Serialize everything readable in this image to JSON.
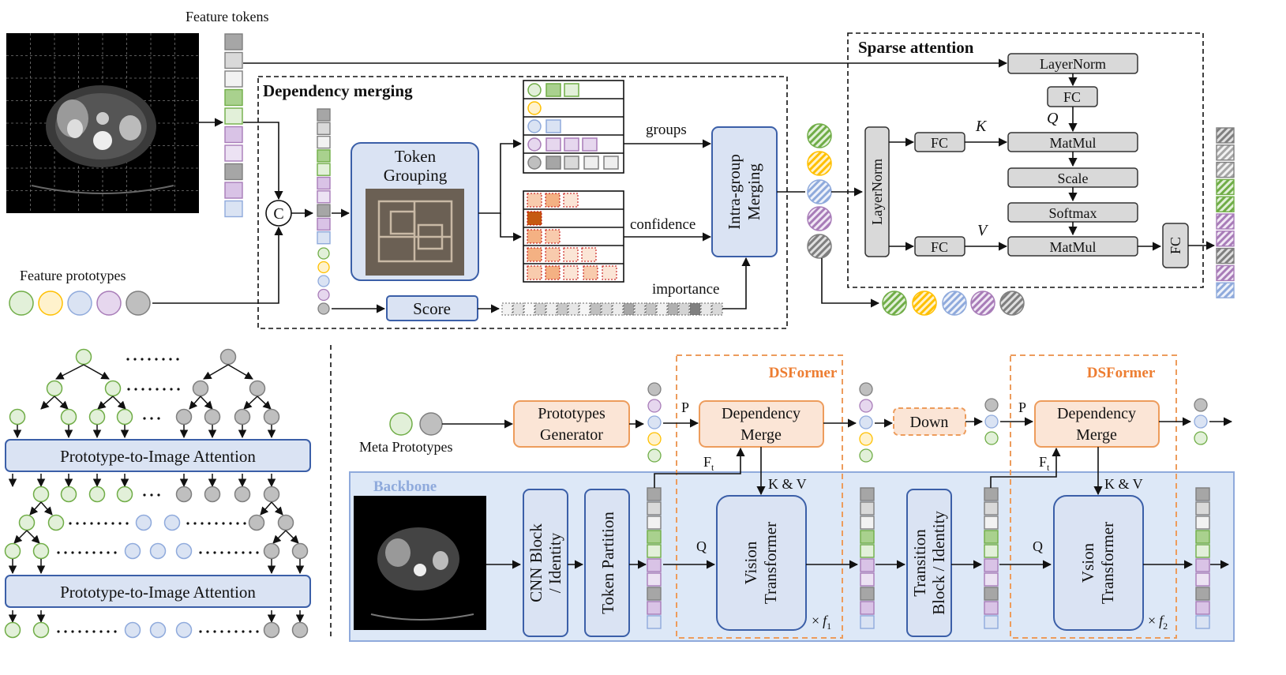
{
  "top": {
    "feature_tokens": "Feature tokens",
    "feature_prototypes": "Feature prototypes",
    "dependency_merging": "Dependency merging",
    "token_grouping_l1": "Token",
    "token_grouping_l2": "Grouping",
    "score": "Score",
    "groups": "groups",
    "confidence": "confidence",
    "importance": "importance",
    "intra_group_l1": "Intra-group",
    "intra_group_l2": "Merging",
    "concat_symbol": "C",
    "sparse_attention": "Sparse attention",
    "layernorm": "LayerNorm",
    "fc": "FC",
    "matmul": "MatMul",
    "scale": "Scale",
    "softmax": "Softmax",
    "k": "K",
    "q": "Q",
    "v": "V"
  },
  "left": {
    "attention_label": "Prototype-to-Image Attention",
    "dots": "· · · · · ·"
  },
  "bottom": {
    "dsformer": "DSFormer",
    "backbone": "Backbone",
    "meta_prototypes": "Meta Prototypes",
    "prototypes_generator_l1": "Prototypes",
    "prototypes_generator_l2": "Generator",
    "dependency_merge_l1": "Dependency",
    "dependency_merge_l2": "Merge",
    "down": "Down",
    "p": "P",
    "q": "Q",
    "kv": "K & V",
    "ft": "F",
    "ft_sub": "t",
    "cnn_block_l1": "CNN Block",
    "cnn_block_l2": "/ Identity",
    "token_partition": "Token Partition",
    "vision_transformer_l1": "Vision",
    "vision_transformer_l2": "Transformer",
    "vsion_transformer_l1": "Vsion",
    "transition_l1": "Transition",
    "transition_l2": "Block / Identity",
    "times": "×",
    "f1": "f",
    "f1_sub": "1",
    "f2_sub": "2"
  },
  "colors": {
    "green": "#70ad47",
    "green_fill": "#e2f0d9",
    "yellow": "#ffc000",
    "yellow_fill": "#fff2cc",
    "blue": "#8faadc",
    "blue_fill": "#dae3f3",
    "purple": "#a87cb8",
    "purple_fill": "#e6d7ee",
    "gray": "#7f7f7f",
    "gray_fill": "#bfbfbf",
    "orange": "#ed7d31",
    "peach": "#fbe5d6"
  },
  "token_column": [
    "gray",
    "lightgray",
    "white",
    "green",
    "lightgreen",
    "purple",
    "lightpurple",
    "gray",
    "purple",
    "blue"
  ],
  "prototype_colors": [
    "green",
    "yellow",
    "blue",
    "purple",
    "gray"
  ]
}
